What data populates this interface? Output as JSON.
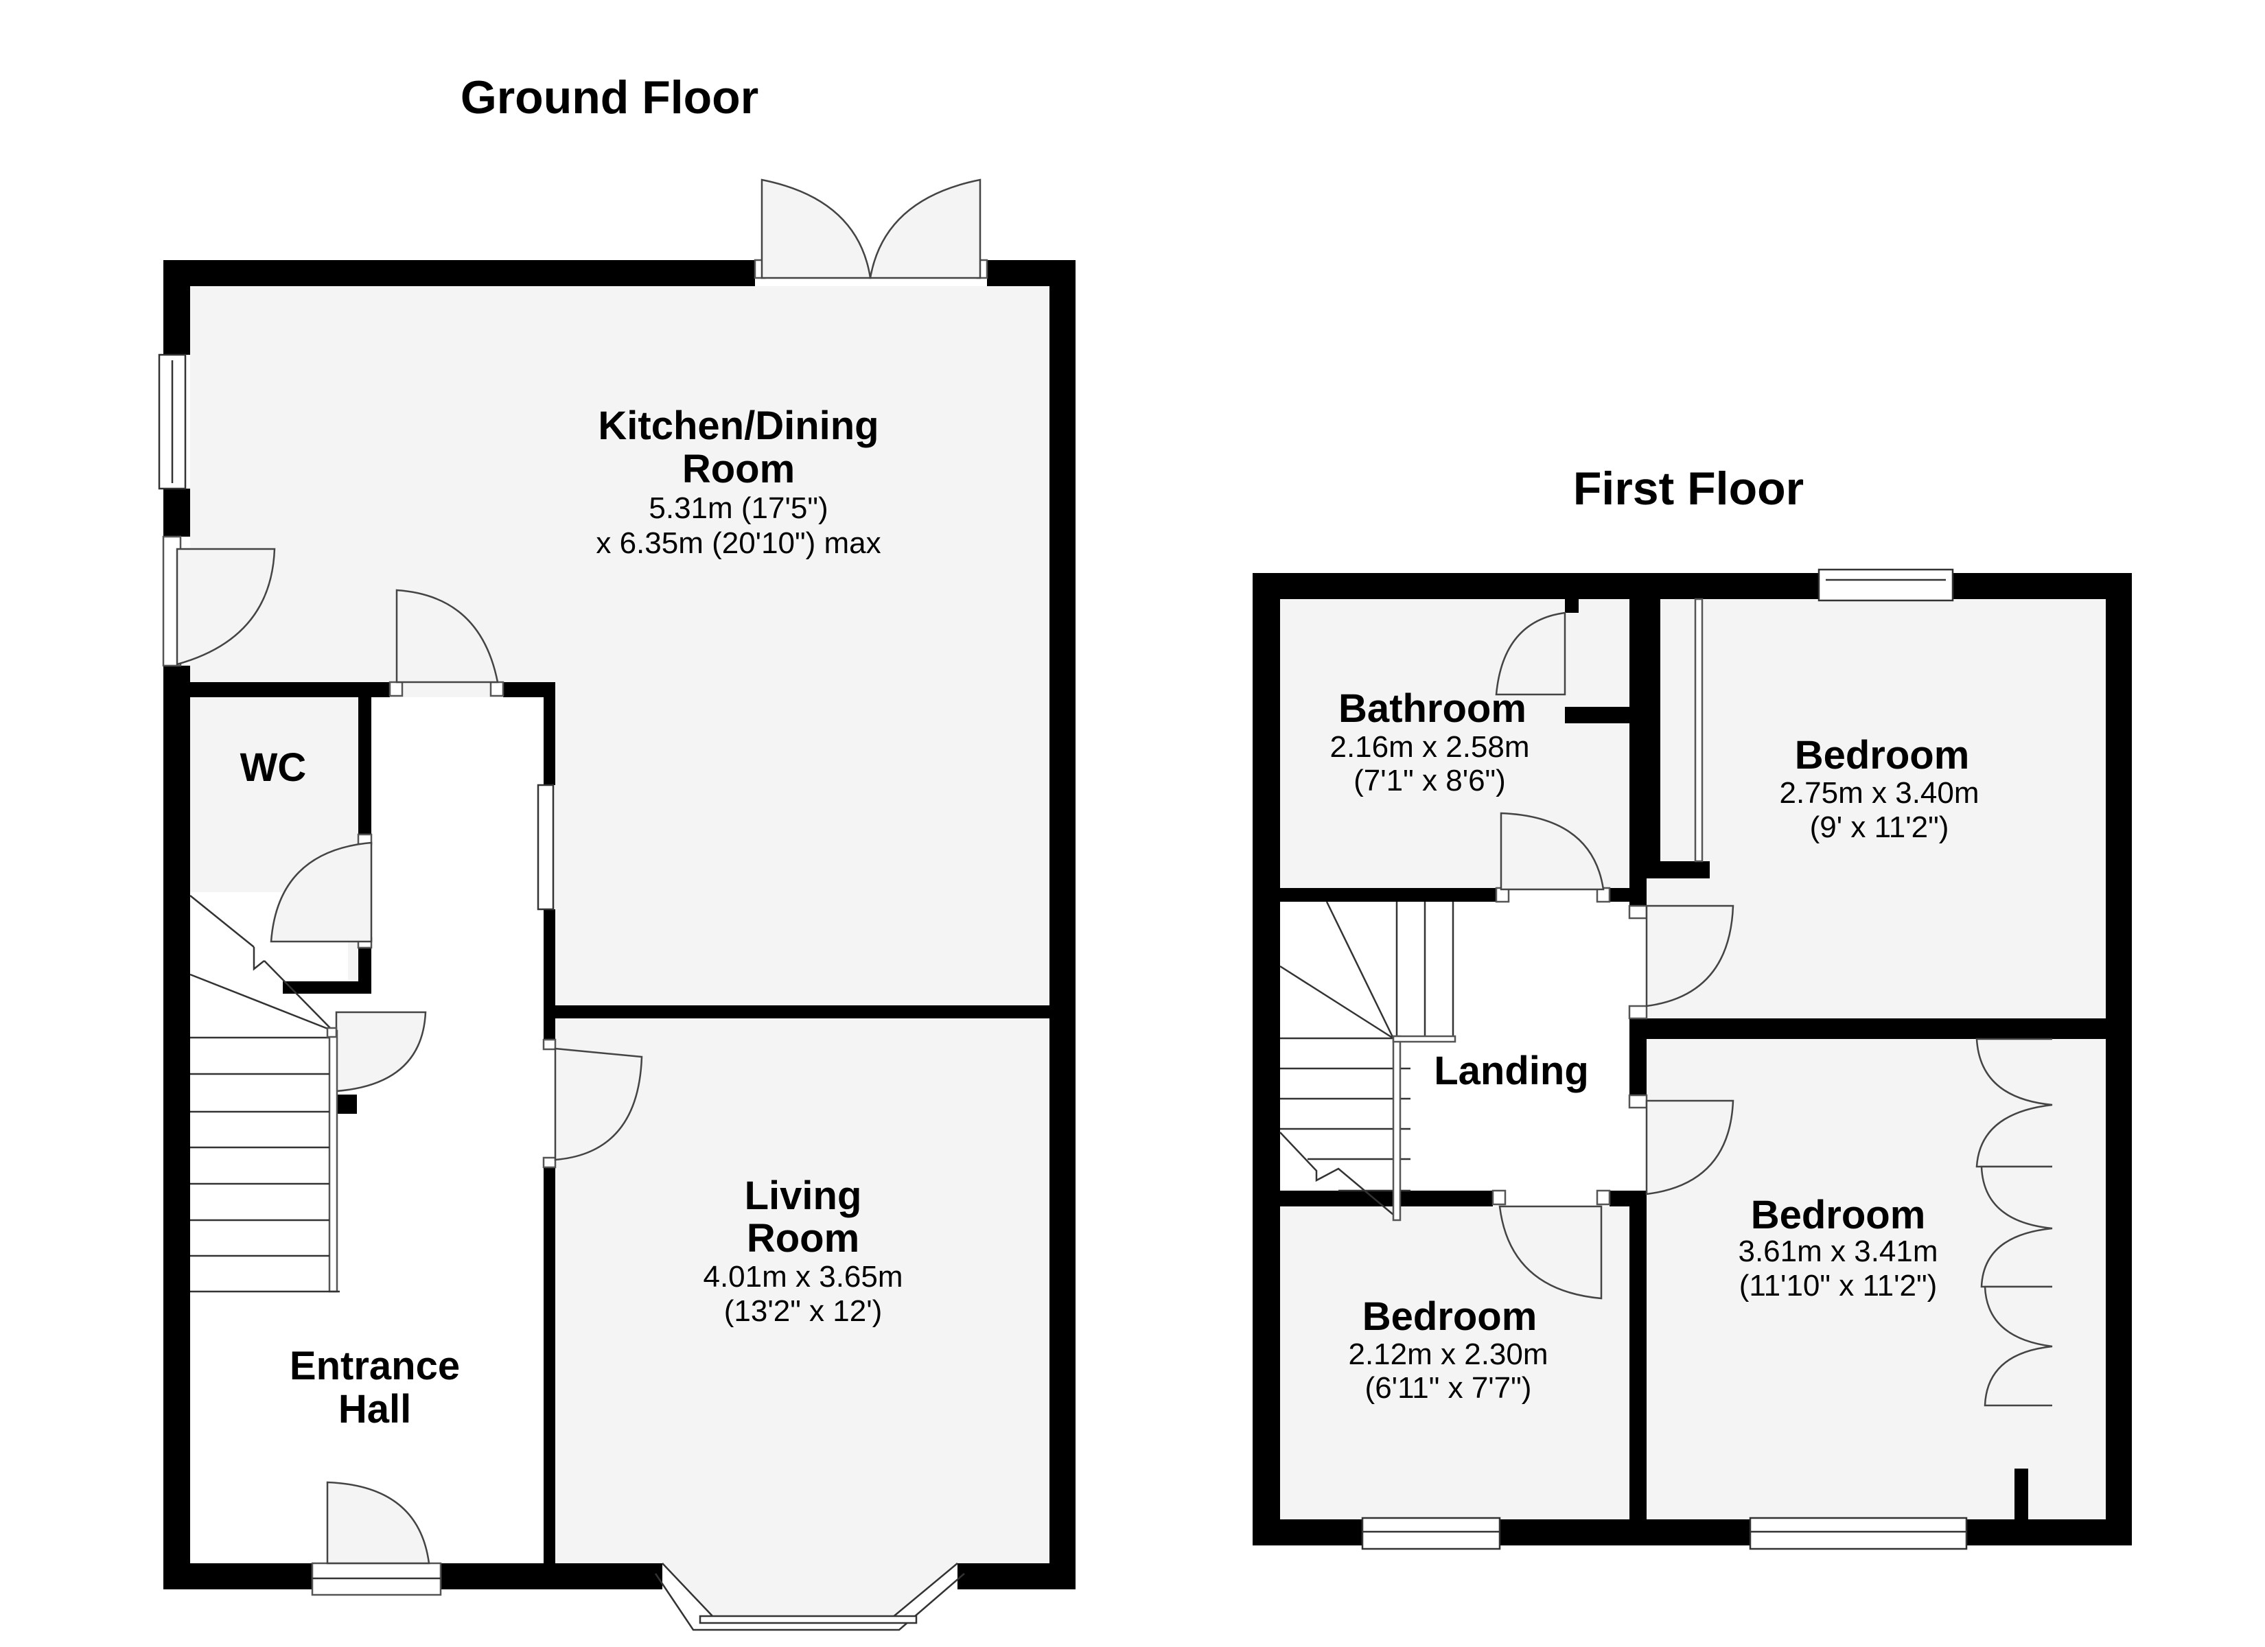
{
  "ground_floor": {
    "title": "Ground Floor",
    "rooms": {
      "kitchen": {
        "name_line1": "Kitchen/Dining",
        "name_line2": "Room",
        "dim_line1": "5.31m (17'5\")",
        "dim_line2": "x 6.35m (20'10\") max"
      },
      "wc": {
        "name": "WC"
      },
      "living": {
        "name_line1": "Living",
        "name_line2": "Room",
        "dim_line1": "4.01m x 3.65m",
        "dim_line2": "(13'2\" x 12')"
      },
      "hall": {
        "name_line1": "Entrance",
        "name_line2": "Hall"
      }
    }
  },
  "first_floor": {
    "title": "First Floor",
    "rooms": {
      "bathroom": {
        "name": "Bathroom",
        "dim_line1": "2.16m x 2.58m",
        "dim_line2": "(7'1\" x 8'6\")"
      },
      "bedroom_top": {
        "name": "Bedroom",
        "dim_line1": "2.75m x 3.40m",
        "dim_line2": "(9' x 11'2\")"
      },
      "landing": {
        "name": "Landing"
      },
      "bedroom_large": {
        "name": "Bedroom",
        "dim_line1": "3.61m x 3.41m",
        "dim_line2": "(11'10\" x 11'2\")"
      },
      "bedroom_small": {
        "name": "Bedroom",
        "dim_line1": "2.12m x 2.30m",
        "dim_line2": "(6'11\" x 7'7\")"
      }
    }
  },
  "colors": {
    "wall": "#000000",
    "room_fill": "#f4f4f4",
    "circulation_fill": "#ffffff"
  }
}
